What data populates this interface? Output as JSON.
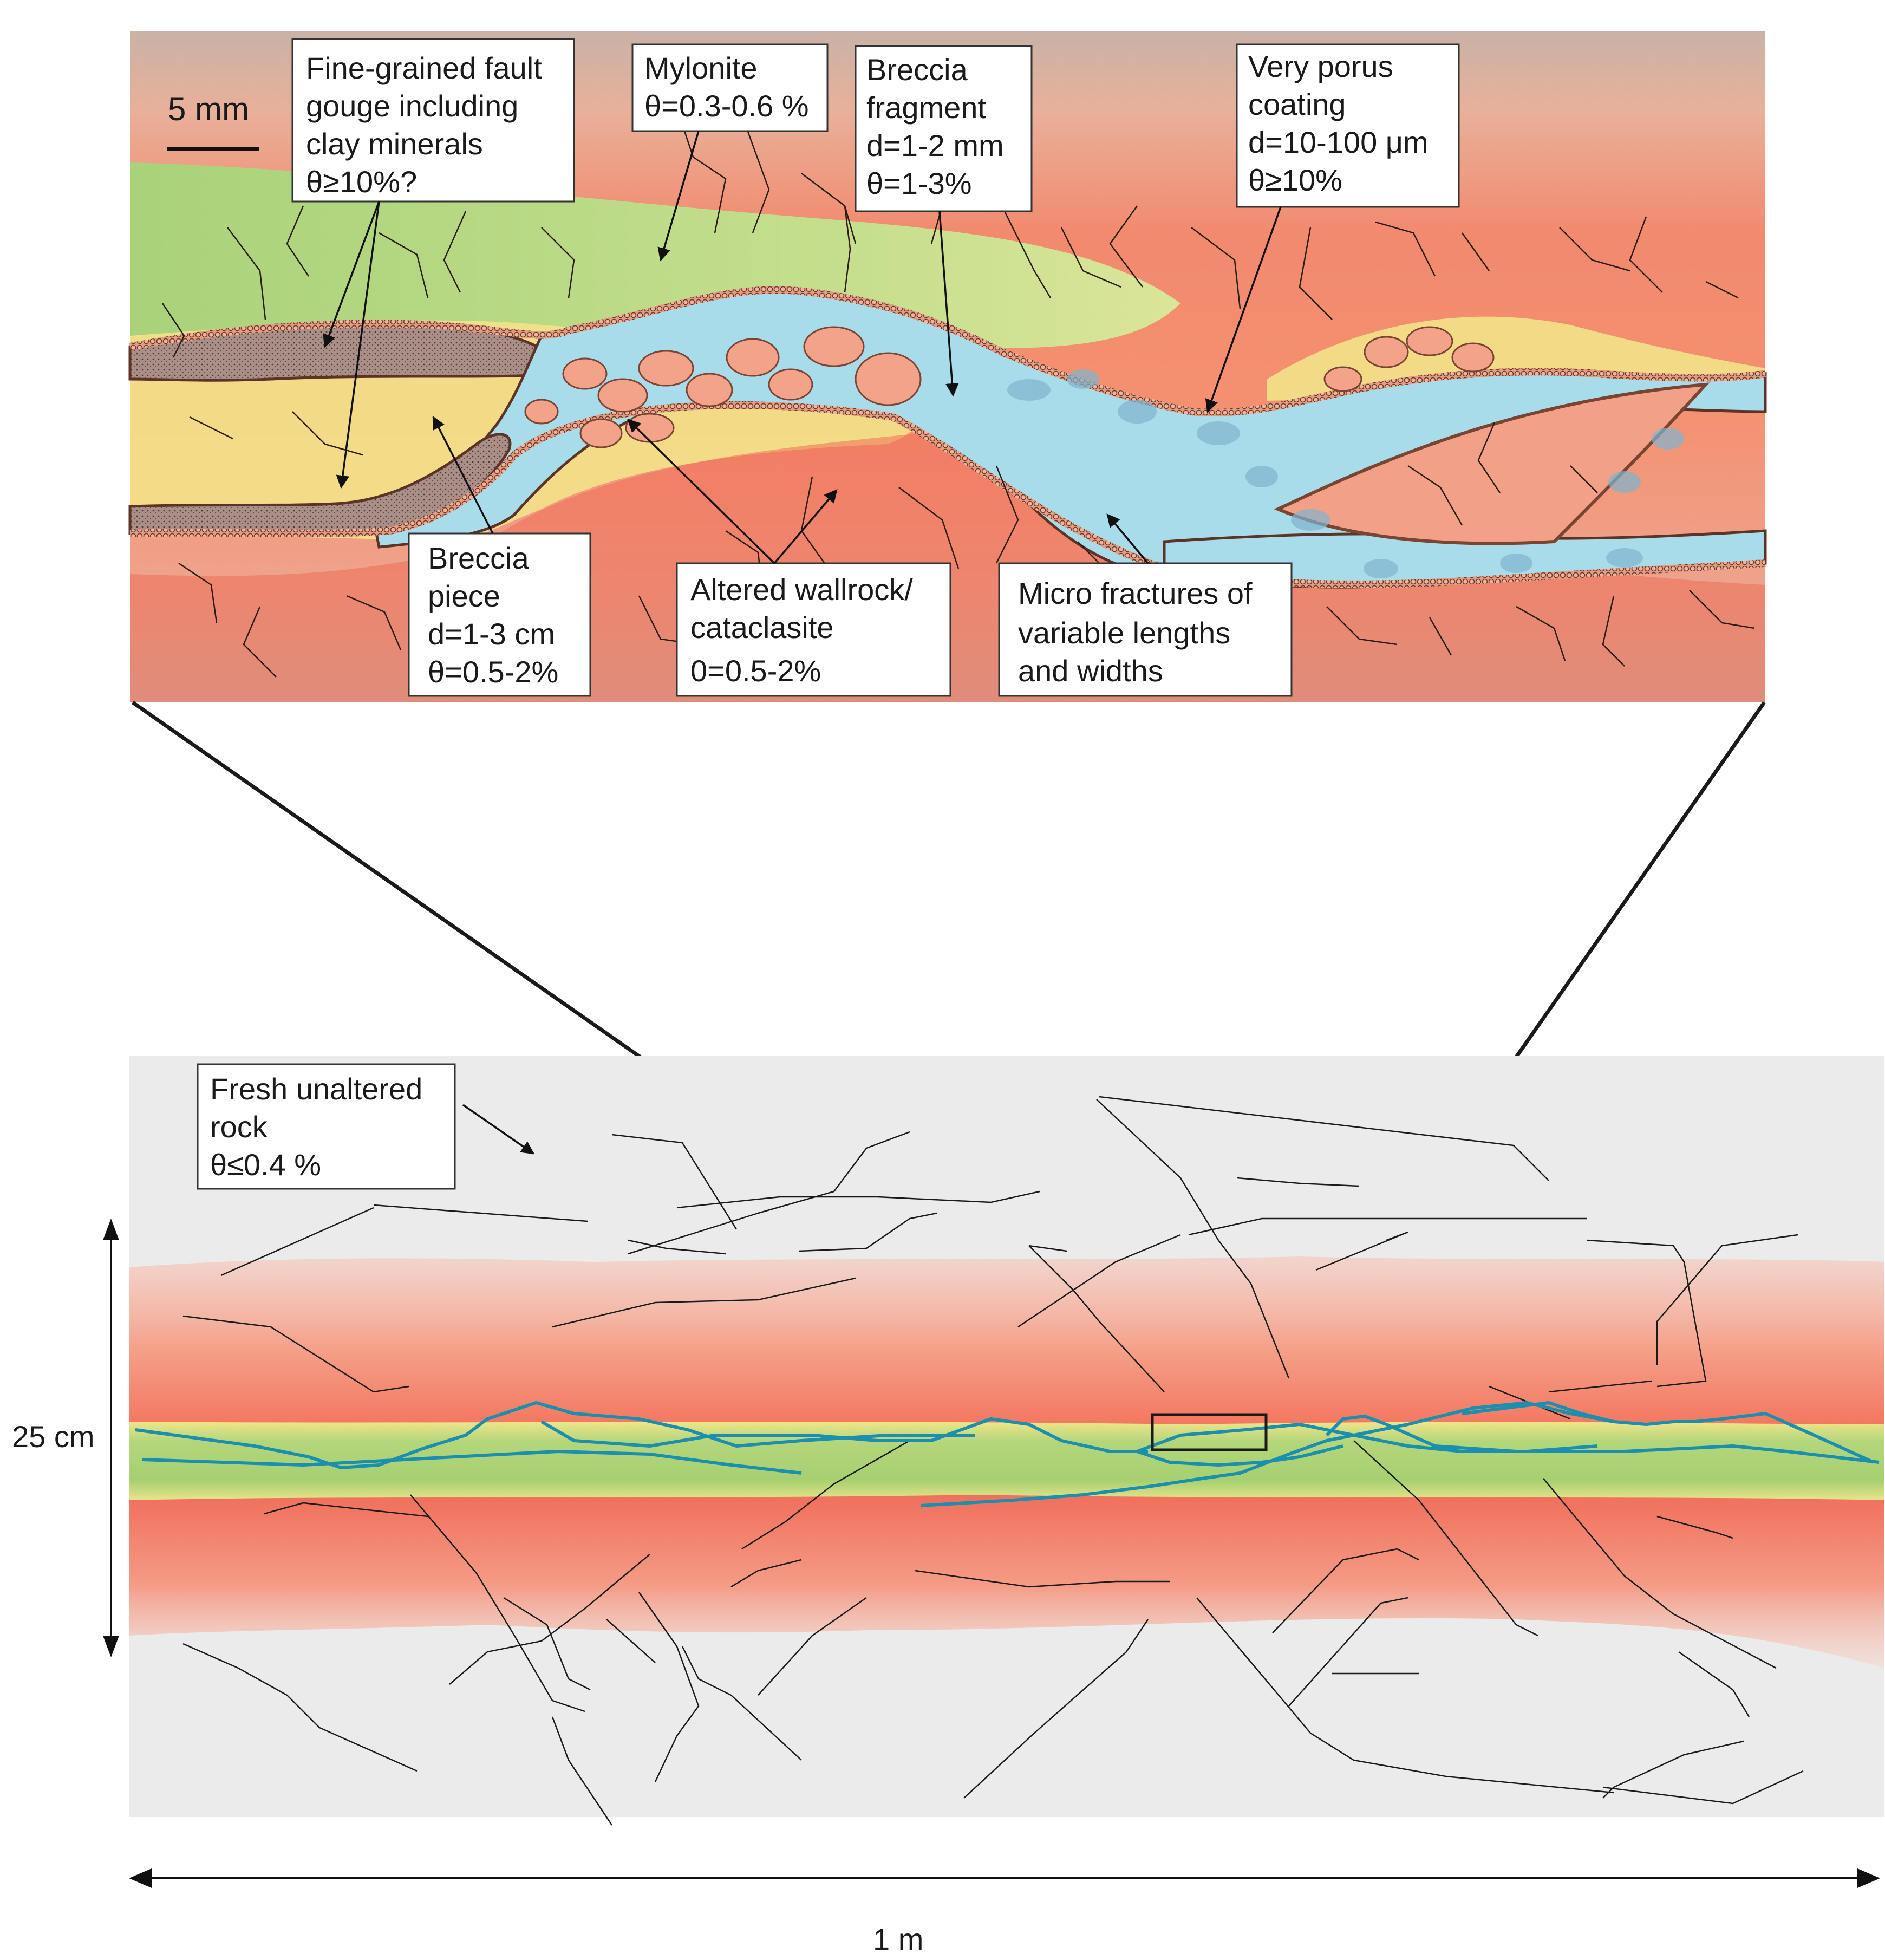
{
  "colors": {
    "fresh_rock": "#ebebeb",
    "altered_wallrock": "#f3836b",
    "altered_light": "#f6b2a0",
    "mylonite": "#bcd98a",
    "breccia_fill_yellow": "#f3e28a",
    "porous_coating_blue": "#a9dcea",
    "fracture_blue": "#1b8fb0",
    "line": "#1a1a1a"
  },
  "detail": {
    "scale_bar": "5 mm",
    "labels": {
      "gouge": [
        "Fine-grained fault",
        "gouge including",
        "clay minerals",
        "θ≥10%?"
      ],
      "mylonite": [
        "Mylonite",
        "θ=0.3-0.6 %"
      ],
      "breccia_fragment": [
        "Breccia",
        "fragment",
        "d=1-2 mm",
        "θ=1-3%"
      ],
      "porous_coating": [
        "Very porus",
        "coating",
        "d=10-100 μm",
        "θ≥10%"
      ],
      "breccia_piece": [
        "Breccia",
        "piece",
        "d=1-3 cm",
        "θ=0.5-2%"
      ],
      "altered_wallrock": [
        "Altered wallrock/",
        "cataclasite",
        "0=0.5-2%"
      ],
      "micro_fractures": [
        "Micro fractures of",
        "variable lengths",
        "and widths"
      ]
    }
  },
  "overview": {
    "fresh_rock_label": [
      "Fresh unaltered",
      "rock",
      "θ≤0.4 %"
    ],
    "thickness_label": "25 cm",
    "width_label": "1 m"
  }
}
